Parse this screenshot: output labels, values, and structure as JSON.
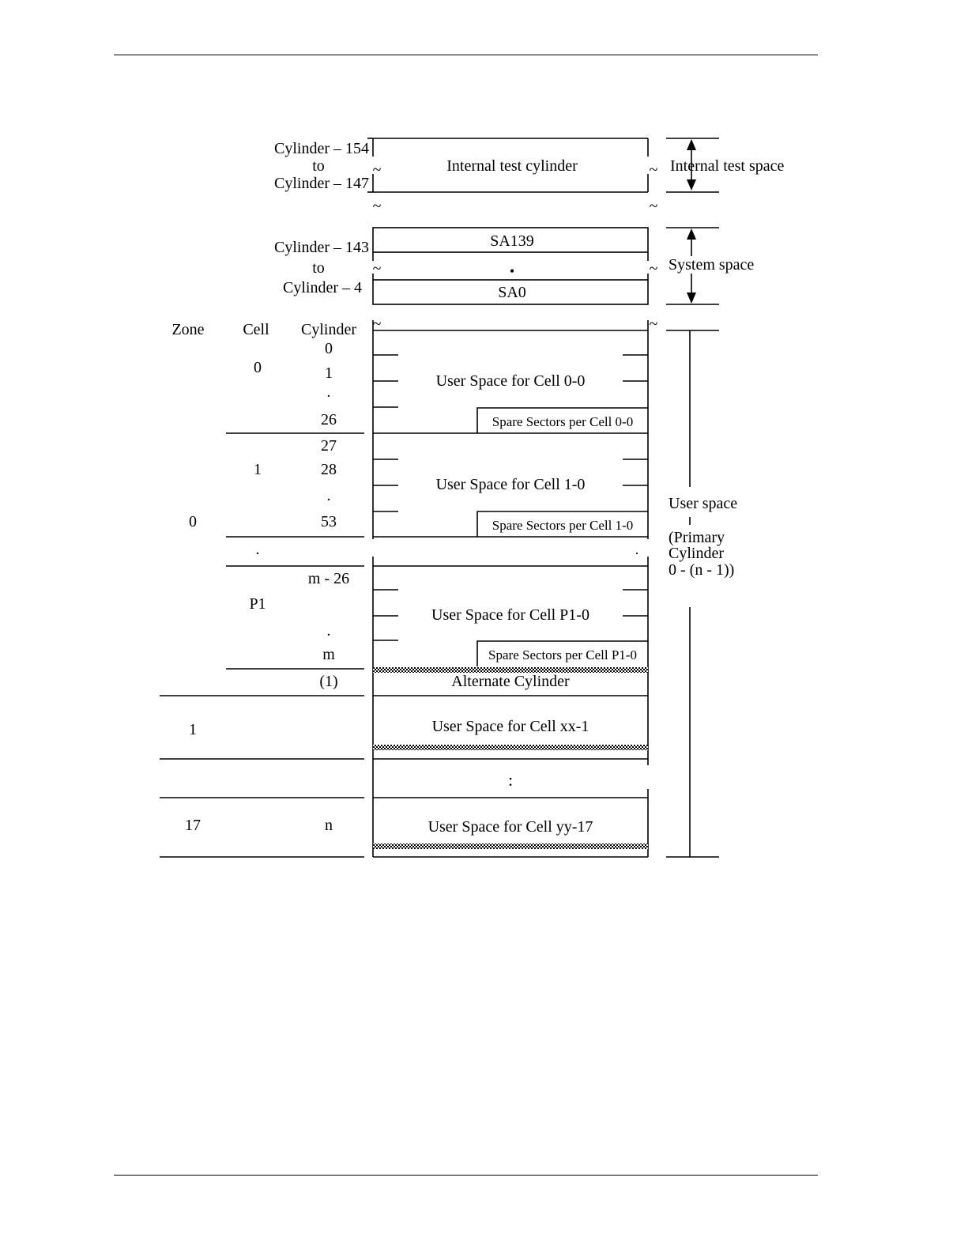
{
  "regions": {
    "internal_test": {
      "top_label": "Cylinder – 154",
      "to_label": "to",
      "bottom_label": "Cylinder – 147",
      "box_label": "Internal test cylinder",
      "side_label": "Internal test space"
    },
    "system": {
      "top_label": "Cylinder – 143",
      "to_label": "to",
      "bottom_label": "Cylinder – 4",
      "top_box": "SA139",
      "middle_dot": "•",
      "bottom_box": "SA0",
      "side_label": "System space"
    },
    "user": {
      "side_label_lines": [
        "User space",
        "(Primary",
        "Cylinder",
        "0 - (n - 1))"
      ]
    }
  },
  "columns": {
    "zone": "Zone",
    "cell": "Cell",
    "cylinder": "Cylinder"
  },
  "cells": [
    {
      "cell": "0",
      "cylinders": [
        "0",
        "1",
        ".",
        "26"
      ],
      "space_label": "User Space for Cell 0-0",
      "spare_label": "Spare Sectors per Cell 0-0"
    },
    {
      "cell": "1",
      "cylinders": [
        "27",
        "28",
        ".",
        "53"
      ],
      "space_label": "User Space for Cell 1-0",
      "spare_label": "Spare Sectors per Cell 1-0"
    },
    {
      "cell": "P1",
      "cylinders": [
        "m - 26",
        ".",
        "m"
      ],
      "space_label": "User Space for Cell P1-0",
      "spare_label": "Spare Sectors per Cell P1-0"
    }
  ],
  "zone0": {
    "zone": "0",
    "gap_dot": ".",
    "alternate_cyl": "(1)",
    "alternate_label": "Alternate Cylinder"
  },
  "zone1": {
    "zone": "1",
    "label": "User Space for Cell xx-1"
  },
  "vertical_ellipsis": ":",
  "zone17": {
    "zone": "17",
    "cylinder": "n",
    "label": "User Space for Cell yy-17"
  },
  "tilde": "~"
}
